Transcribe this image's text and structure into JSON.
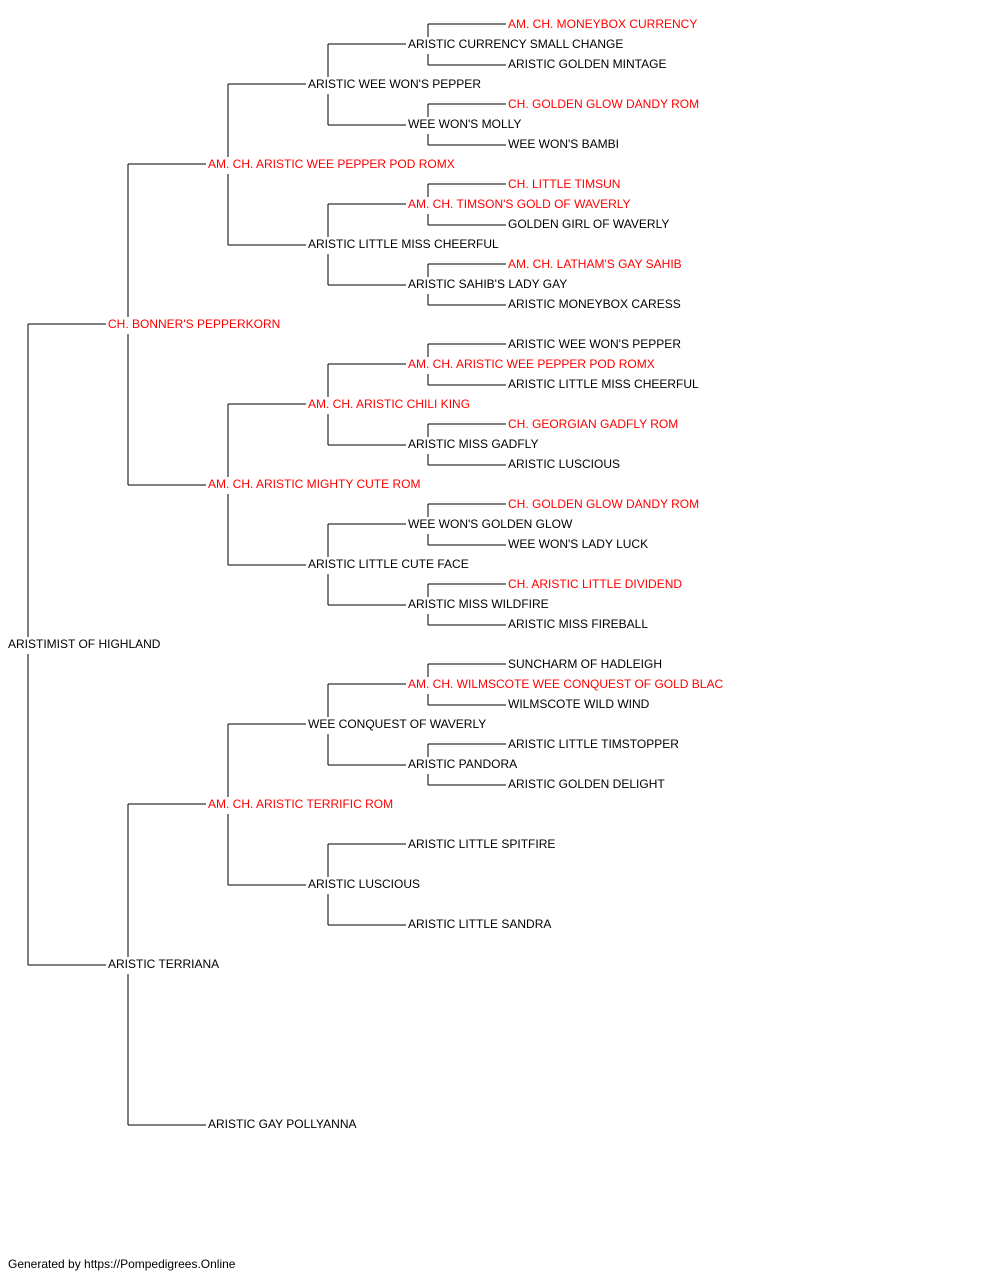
{
  "colors": {
    "titled": "#ff0000",
    "plain": "#000000",
    "lines": "#000000"
  },
  "pedigree": {
    "name": "ARISTIMIST OF HIGHLAND",
    "sire": {
      "name": "CH. BONNER'S PEPPERKORN",
      "titled": true,
      "sire": {
        "name": "AM. CH. ARISTIC WEE PEPPER POD ROMX",
        "titled": true,
        "sire": {
          "name": "ARISTIC WEE WON'S PEPPER",
          "sire": {
            "name": "ARISTIC CURRENCY SMALL CHANGE",
            "sire": {
              "name": "AM. CH. MONEYBOX CURRENCY",
              "titled": true
            },
            "dam": {
              "name": "ARISTIC GOLDEN MINTAGE"
            }
          },
          "dam": {
            "name": "WEE WON'S MOLLY",
            "sire": {
              "name": "CH. GOLDEN GLOW DANDY ROM",
              "titled": true
            },
            "dam": {
              "name": "WEE WON'S BAMBI"
            }
          }
        },
        "dam": {
          "name": "ARISTIC LITTLE MISS CHEERFUL",
          "sire": {
            "name": "AM. CH. TIMSON'S GOLD OF WAVERLY",
            "titled": true,
            "sire": {
              "name": "CH. LITTLE TIMSUN",
              "titled": true
            },
            "dam": {
              "name": "GOLDEN GIRL OF WAVERLY"
            }
          },
          "dam": {
            "name": "ARISTIC SAHIB'S LADY GAY",
            "sire": {
              "name": "AM. CH. LATHAM'S GAY SAHIB",
              "titled": true
            },
            "dam": {
              "name": "ARISTIC MONEYBOX CARESS"
            }
          }
        }
      },
      "dam": {
        "name": "AM. CH. ARISTIC MIGHTY CUTE ROM",
        "titled": true,
        "sire": {
          "name": "AM. CH. ARISTIC CHILI KING",
          "titled": true,
          "sire": {
            "name": "AM. CH. ARISTIC WEE PEPPER POD ROMX",
            "titled": true,
            "sire": {
              "name": "ARISTIC WEE WON'S PEPPER"
            },
            "dam": {
              "name": "ARISTIC LITTLE MISS CHEERFUL"
            }
          },
          "dam": {
            "name": "ARISTIC MISS GADFLY",
            "sire": {
              "name": "CH. GEORGIAN GADFLY ROM",
              "titled": true
            },
            "dam": {
              "name": "ARISTIC LUSCIOUS"
            }
          }
        },
        "dam": {
          "name": "ARISTIC LITTLE CUTE FACE",
          "sire": {
            "name": "WEE WON'S GOLDEN GLOW",
            "sire": {
              "name": "CH. GOLDEN GLOW DANDY ROM",
              "titled": true
            },
            "dam": {
              "name": "WEE WON'S LADY LUCK"
            }
          },
          "dam": {
            "name": "ARISTIC MISS WILDFIRE",
            "sire": {
              "name": "CH. ARISTIC LITTLE DIVIDEND",
              "titled": true
            },
            "dam": {
              "name": "ARISTIC MISS FIREBALL"
            }
          }
        }
      }
    },
    "dam": {
      "name": "ARISTIC TERRIANA",
      "sire": {
        "name": "AM. CH. ARISTIC TERRIFIC ROM",
        "titled": true,
        "sire": {
          "name": "WEE CONQUEST OF WAVERLY",
          "sire": {
            "name": "AM. CH. WILMSCOTE WEE CONQUEST OF GOLD BLAC",
            "titled": true,
            "sire": {
              "name": "SUNCHARM OF HADLEIGH"
            },
            "dam": {
              "name": "WILMSCOTE WILD WIND"
            }
          },
          "dam": {
            "name": "ARISTIC PANDORA",
            "sire": {
              "name": "ARISTIC LITTLE TIMSTOPPER"
            },
            "dam": {
              "name": "ARISTIC GOLDEN DELIGHT"
            }
          }
        },
        "dam": {
          "name": "ARISTIC LUSCIOUS",
          "sire": {
            "name": "ARISTIC LITTLE SPITFIRE"
          },
          "dam": {
            "name": "ARISTIC LITTLE SANDRA"
          }
        }
      },
      "dam": {
        "name": "ARISTIC GAY POLLYANNA"
      }
    }
  },
  "footer": "Generated by https://Pompedigrees.Online"
}
